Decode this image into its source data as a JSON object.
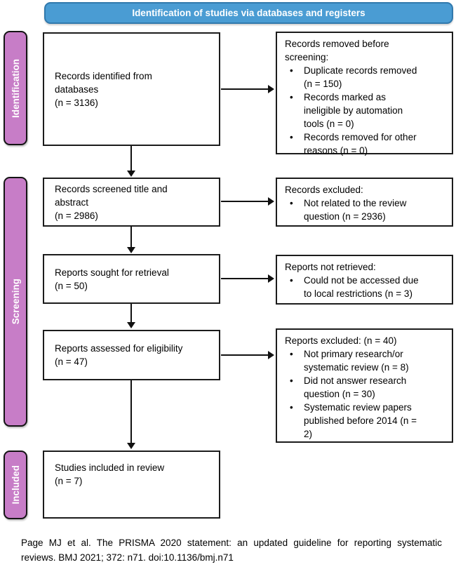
{
  "banner": {
    "title": "Identification of studies via databases and registers"
  },
  "stages": {
    "identification": "Identification",
    "screening": "Screening",
    "included": "Included"
  },
  "flow": {
    "records_identified": "Records identified from\ndatabases\n(n = 3136)",
    "records_screened": "Records screened title and\nabstract\n(n = 2986)",
    "reports_sought": "Reports sought for retrieval\n(n = 50)",
    "reports_assessed": "Reports assessed for eligibility\n(n = 47)",
    "studies_included": "Studies included in review\n(n = 7)"
  },
  "exclusions": {
    "removed_before_screening": {
      "heading": "Records removed before\nscreening:",
      "items": [
        "Duplicate records removed\n(n = 150)",
        "Records marked as\nineligible by automation\ntools (n = 0)",
        "Records removed for other\nreasons (n = 0)"
      ]
    },
    "records_excluded": {
      "heading": "Records excluded:",
      "items": [
        "Not related to the review\nquestion (n = 2936)"
      ]
    },
    "reports_not_retrieved": {
      "heading": "Reports not retrieved:",
      "items": [
        "Could not be accessed due\nto local restrictions (n = 3)"
      ]
    },
    "reports_excluded": {
      "heading": "Reports excluded: (n = 40)",
      "items": [
        "Not primary research/or\nsystematic review (n = 8)",
        "Did not answer research\nquestion (n = 30)",
        "Systematic review papers\npublished before 2014 (n =\n2)"
      ]
    }
  },
  "citation": {
    "line1": "Page MJ et al. The PRISMA 2020 statement: an updated guideline for reporting systematic",
    "line2": "reviews. BMJ 2021; 372: n71. doi:10.1136/bmj.n71"
  },
  "colors": {
    "banner_fill": "#4a9cd3",
    "banner_border": "#3179ad",
    "stage_fill": "#c77dc7",
    "stage_border": "#141414",
    "box_border": "#1c1c1c"
  }
}
